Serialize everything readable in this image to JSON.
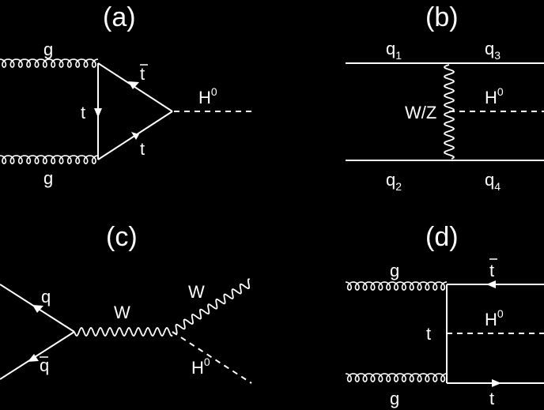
{
  "diagrams": {
    "a": {
      "label": "(a)",
      "gluon_top": "g",
      "gluon_bottom": "g",
      "tbar": "t",
      "t_loop": "t",
      "t_bottom": "t",
      "higgs": "H",
      "higgs_sup": "0"
    },
    "b": {
      "label": "(b)",
      "q1": "q",
      "q1_sub": "1",
      "q3": "q",
      "q3_sub": "3",
      "q2": "q",
      "q2_sub": "2",
      "q4": "q",
      "q4_sub": "4",
      "boson": "W/Z",
      "higgs": "H",
      "higgs_sup": "0"
    },
    "c": {
      "label": "(c)",
      "quark": "q",
      "antiquark": "q",
      "w_internal": "W",
      "w_out": "W",
      "higgs": "H",
      "higgs_sup": "0"
    },
    "d": {
      "label": "(d)",
      "gluon_top": "g",
      "gluon_bottom": "g",
      "tbar": "t",
      "t_mid": "t",
      "t_bottom": "t",
      "higgs": "H",
      "higgs_sup": "0"
    }
  }
}
